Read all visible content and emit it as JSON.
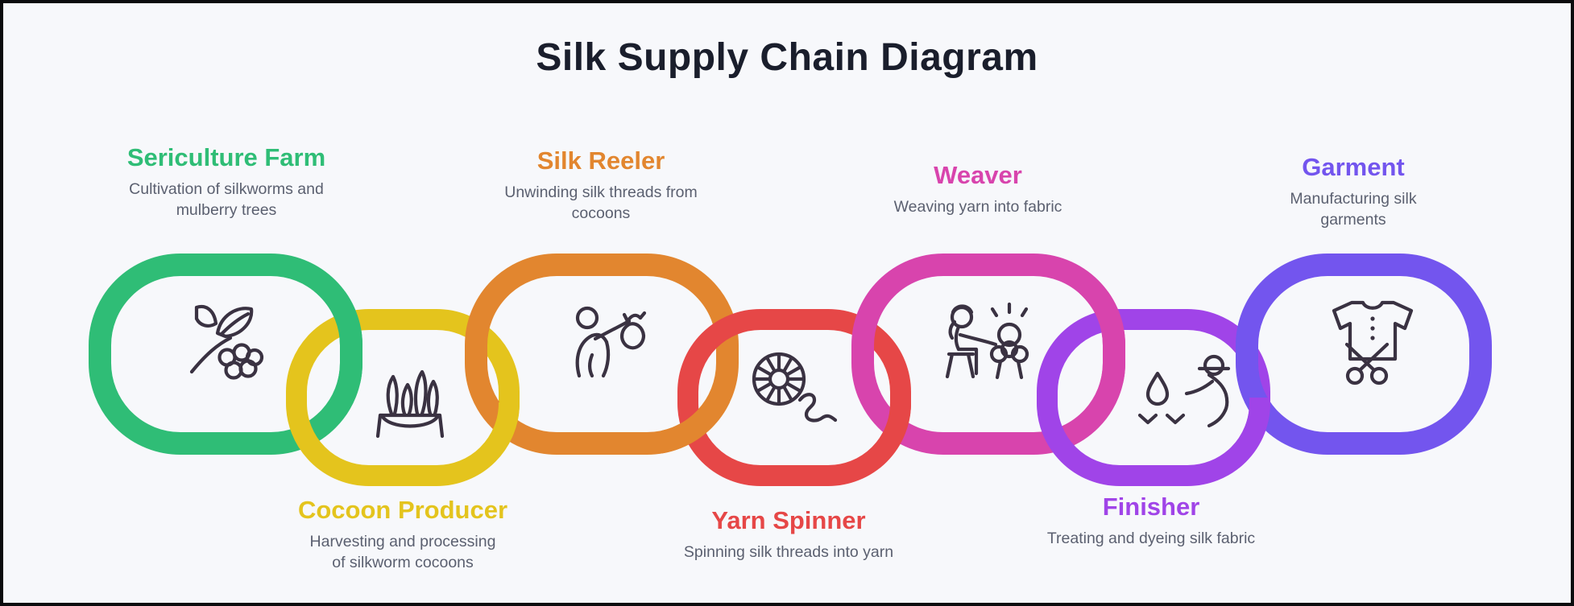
{
  "page": {
    "title": "Silk Supply Chain Diagram",
    "background_color": "#f7f8fb",
    "frame_color": "#0b0b0d",
    "title_color": "#1a1e2c",
    "description_color": "#5b6070",
    "icon_stroke_color": "#3a3242",
    "diagram_type": "interlocking-chain-link-process"
  },
  "stages": [
    {
      "name": "Sericulture Farm",
      "description": "Cultivation of silkworms and mulberry trees",
      "color": "#2fbd76",
      "icon": "mulberry-branch-icon"
    },
    {
      "name": "Cocoon Producer",
      "description": "Harvesting and processing of silkworm cocoons",
      "color": "#e4c41d",
      "icon": "cocoons-in-basket-icon"
    },
    {
      "name": "Silk Reeler",
      "description": "Unwinding silk threads from cocoons",
      "color": "#e2862f",
      "icon": "person-with-silk-sack-icon"
    },
    {
      "name": "Yarn Spinner",
      "description": "Spinning silk threads into yarn",
      "color": "#e64747",
      "icon": "yarn-reel-with-thread-icon"
    },
    {
      "name": "Weaver",
      "description": "Weaving yarn into fabric",
      "color": "#d844ad",
      "icon": "person-weaving-icon"
    },
    {
      "name": "Finisher",
      "description": "Treating and dyeing silk fabric",
      "color": "#a044e8",
      "icon": "person-dyeing-icon"
    },
    {
      "name": "Garment",
      "description": "Manufacturing silk garments",
      "color": "#7355ee",
      "icon": "shirt-with-scissors-icon"
    }
  ]
}
